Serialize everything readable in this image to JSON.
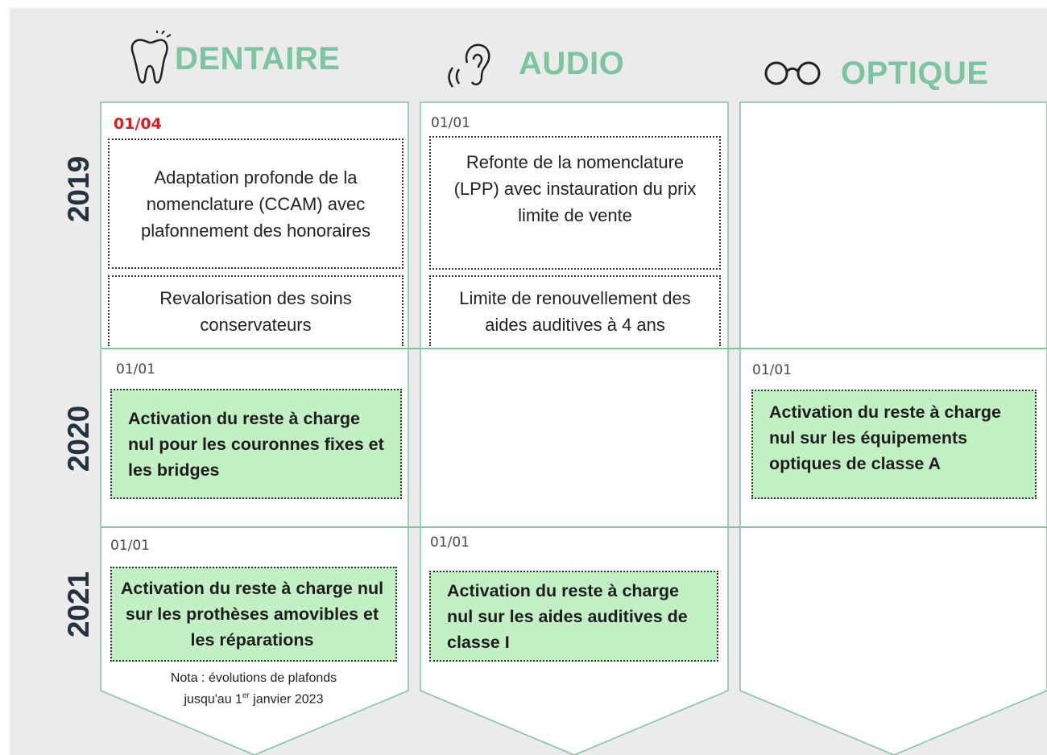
{
  "columns": [
    {
      "title": "DENTAIRE",
      "icon": "tooth-icon"
    },
    {
      "title": "AUDIO",
      "icon": "ear-icon"
    },
    {
      "title": "OPTIQUE",
      "icon": "glasses-icon"
    }
  ],
  "rows": [
    {
      "year": "2019"
    },
    {
      "year": "2020"
    },
    {
      "year": "2021"
    }
  ],
  "cells": {
    "dentaire_2019": {
      "date": "01/04",
      "items": [
        "Adaptation profonde de la nomenclature (CCAM) avec plafonnement des honoraires",
        "Revalorisation des soins conservateurs"
      ]
    },
    "audio_2019": {
      "date": "01/01",
      "items": [
        "Refonte de la nomenclature (LPP) avec instauration du prix limite de vente",
        "Limite de renouvellement des aides auditives à 4 ans"
      ]
    },
    "dentaire_2020": {
      "date": "01/01",
      "item": "Activation du reste à charge nul pour les couronnes fixes et les bridges"
    },
    "optique_2020": {
      "date": "01/01",
      "item": "Activation du reste à charge nul sur les équipements optiques de classe A"
    },
    "dentaire_2021": {
      "date": "01/01",
      "item": "Activation du reste à charge nul sur les prothèses amovibles et les réparations",
      "note_line1": "Nota : évolutions de plafonds",
      "note_line2_prefix": "jusqu'au 1",
      "note_sup": "er",
      "note_line2_suffix": " janvier 2023"
    },
    "audio_2021": {
      "date": "01/01",
      "item": "Activation du reste à charge nul sur les aides auditives de classe I"
    }
  },
  "colors": {
    "accent": "#7cc5a0",
    "grid_line": "#7cc5a0",
    "green_fill": "#c2f0c4",
    "highlight_date": "#e01b1b",
    "year_text": "#253340"
  }
}
